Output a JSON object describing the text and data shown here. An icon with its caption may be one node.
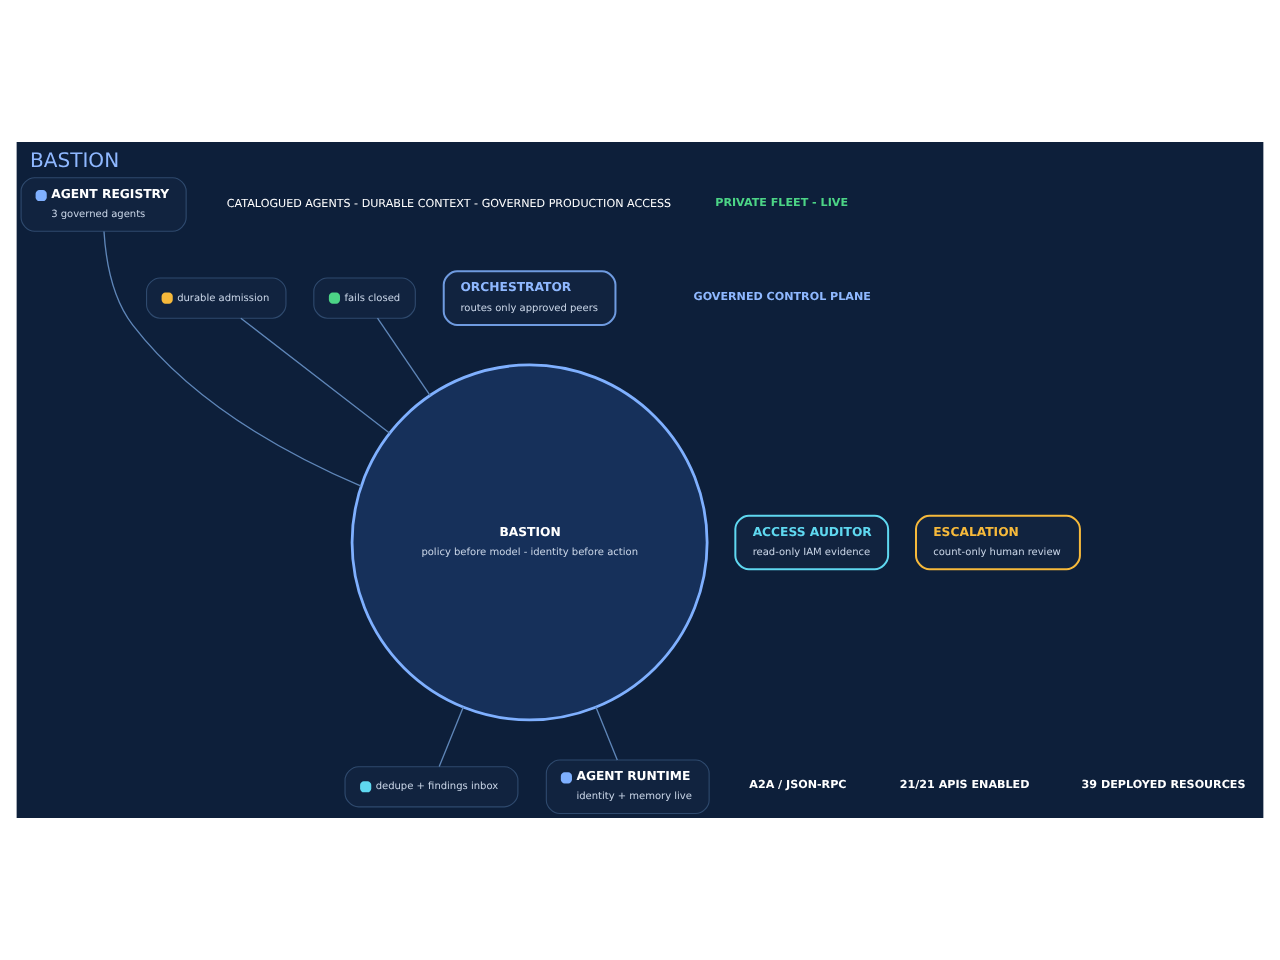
{
  "diagram": {
    "title": "BASTION",
    "nodes": [
      {
        "text": [
          "AGENT REGISTRY",
          "3 governed agents"
        ]
      },
      {
        "text": [
          "durable admission"
        ]
      },
      {
        "text": [
          "fails closed"
        ]
      },
      {
        "text": [
          "BASTION",
          "policy before model - identity before action"
        ]
      },
      {
        "text": [
          "ORCHESTRATOR",
          "routes only approved peers"
        ]
      },
      {
        "text": [
          "ACCESS AUDITOR",
          "read-only IAM evidence"
        ]
      },
      {
        "text": [
          "ESCALATION",
          "count-only human review"
        ]
      },
      {
        "text": [
          "dedupe + findings inbox"
        ]
      },
      {
        "text": [
          "AGENT RUNTIME",
          "identity + memory live"
        ]
      }
    ],
    "edges": [
      {
        "from": 0,
        "to": 3,
        "arrow": "none"
      },
      {
        "from": 1,
        "to": 3,
        "arrow": "none"
      },
      {
        "from": 2,
        "to": 3,
        "arrow": "none"
      },
      {
        "from": 3,
        "to": 7,
        "arrow": "none"
      },
      {
        "from": 3,
        "to": 8,
        "arrow": "none"
      }
    ],
    "labels": [
      "CATALOGUED AGENTS - DURABLE CONTEXT - GOVERNED PRODUCTION ACCESS",
      "PRIVATE FLEET - LIVE",
      "GOVERNED CONTROL PLANE",
      "A2A / JSON-RPC",
      "21/21 APIS ENABLED",
      "39 DEPLOYED RESOURCES"
    ]
  }
}
